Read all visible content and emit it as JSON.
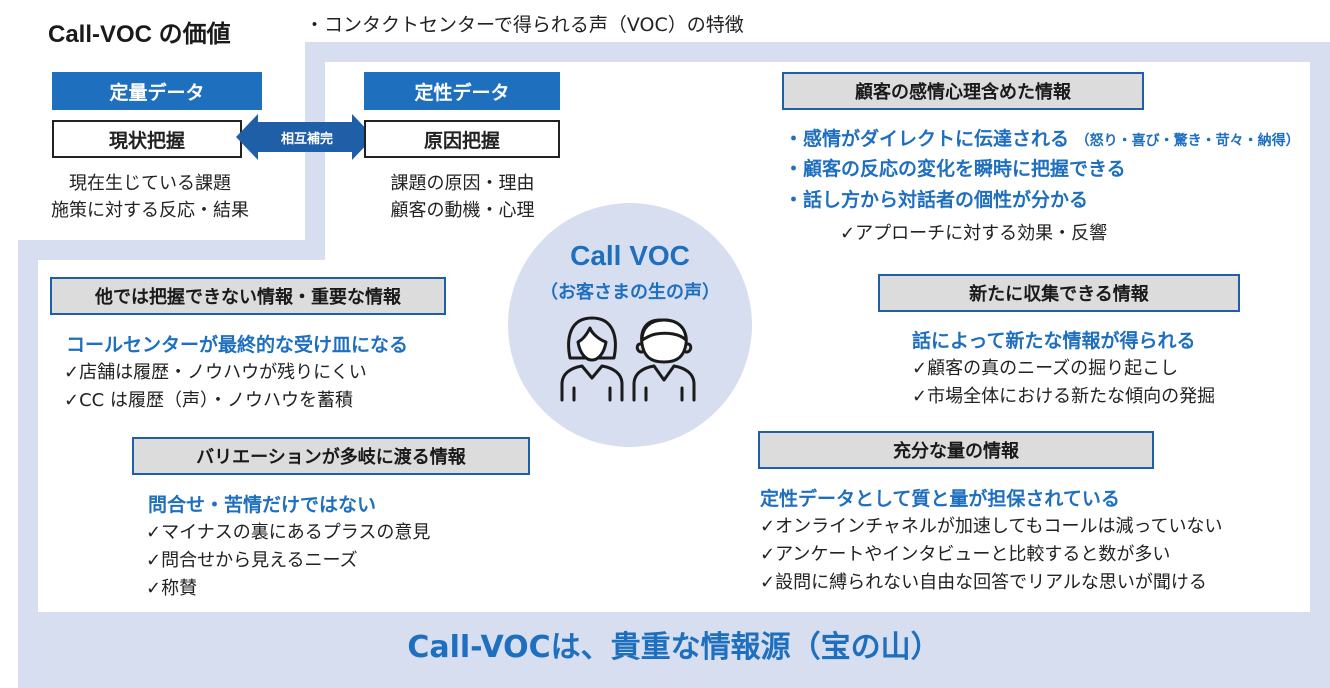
{
  "title": "Call-VOC の価値",
  "subtitle": "・コンタクトセンターで得られる声（VOC）の特徴",
  "quant": {
    "header": "定量データ",
    "box": "現状把握",
    "lines": [
      "現在生じている課題",
      "施策に対する反応・結果"
    ]
  },
  "qual": {
    "header": "定性データ",
    "box": "原因把握",
    "lines": [
      "課題の原因・理由",
      "顧客の動機・心理"
    ]
  },
  "arrow_label": "相互補完",
  "center": {
    "title": "Call VOC",
    "subtitle": "（お客さまの生の声）",
    "icon": "two-people-icon"
  },
  "sections": {
    "emotion": {
      "header": "顧客の感情心理含めた情報",
      "points": [
        {
          "text": "・感情がダイレクトに伝達される",
          "note": "（怒り・喜び・驚き・苛々・納得）"
        },
        {
          "text": "・顧客の反応の変化を瞬時に把握できる"
        },
        {
          "text": "・話し方から対話者の個性が分かる"
        }
      ],
      "checks": [
        "✓アプローチに対する効果・反響"
      ]
    },
    "unique": {
      "header": "他では把握できない情報・重要な情報",
      "point": "コールセンターが最終的な受け皿になる",
      "checks": [
        "✓店舗は履歴・ノウハウが残りにくい",
        "✓CC は履歴（声）・ノウハウを蓄積"
      ]
    },
    "new_info": {
      "header": "新たに収集できる情報",
      "point": "話によって新たな情報が得られる",
      "checks": [
        "✓顧客の真のニーズの掘り起こし",
        "✓市場全体における新たな傾向の発掘"
      ]
    },
    "variation": {
      "header": "バリエーションが多岐に渡る情報",
      "point": "問合せ・苦情だけではない",
      "checks": [
        "✓マイナスの裏にあるプラスの意見",
        "✓問合せから見えるニーズ",
        "✓称賛"
      ]
    },
    "volume": {
      "header": "充分な量の情報",
      "point": "定性データとして質と量が担保されている",
      "checks": [
        "✓オンラインチャネルが加速してもコールは減っていない",
        "✓アンケートやインタビューと比較すると数が多い",
        "✓設問に縛られない自由な回答でリアルな思いが聞ける"
      ]
    }
  },
  "footer": "Call-VOCは、貴重な情報源（宝の山）",
  "colors": {
    "accent": "#1f6fbf",
    "frame": "#d6def0",
    "gray_box": "#dcdcdc"
  }
}
